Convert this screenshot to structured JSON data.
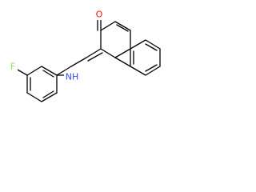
{
  "structure": {
    "atoms": {
      "oxygen": {
        "label": "O",
        "color": "#ff0d0d"
      },
      "amine": {
        "label": "NH",
        "color": "#3050f8"
      },
      "fluorine": {
        "label": "F",
        "color": "#90e050"
      }
    },
    "bond_color": "#000000"
  }
}
